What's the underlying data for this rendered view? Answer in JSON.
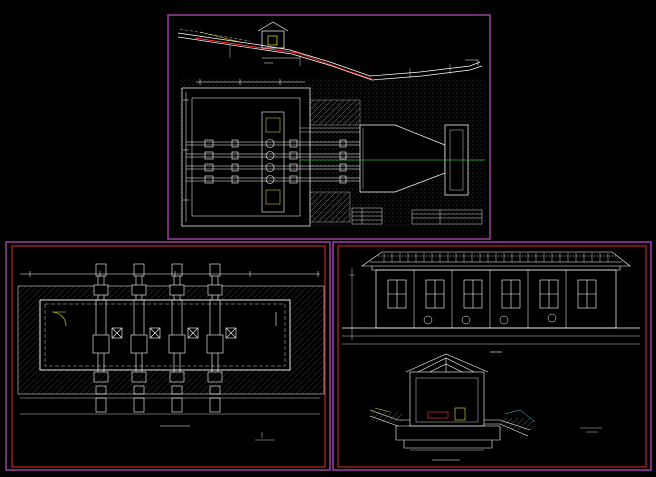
{
  "colors": {
    "background": "#000000",
    "sheet_border": "#c04fc0",
    "sheet_border_alt": "#d04adc",
    "inner_frame": "#e03030",
    "line": "#ffffff",
    "hatch": "#9a9a9a",
    "center_line": "#22c02a",
    "accent_red": "#ff3030",
    "accent_yellow": "#e8e830",
    "accent_cyan": "#30d0e0"
  },
  "sheets": [
    {
      "id": "pump-station-plan-and-profile"
    },
    {
      "id": "pump-room-plan"
    },
    {
      "id": "pump-house-elevation-and-section"
    }
  ],
  "icons": {
    "window": "window-icon",
    "door": "door-icon",
    "pump_unit": "pump-unit-icon",
    "truss": "roof-truss-icon"
  }
}
